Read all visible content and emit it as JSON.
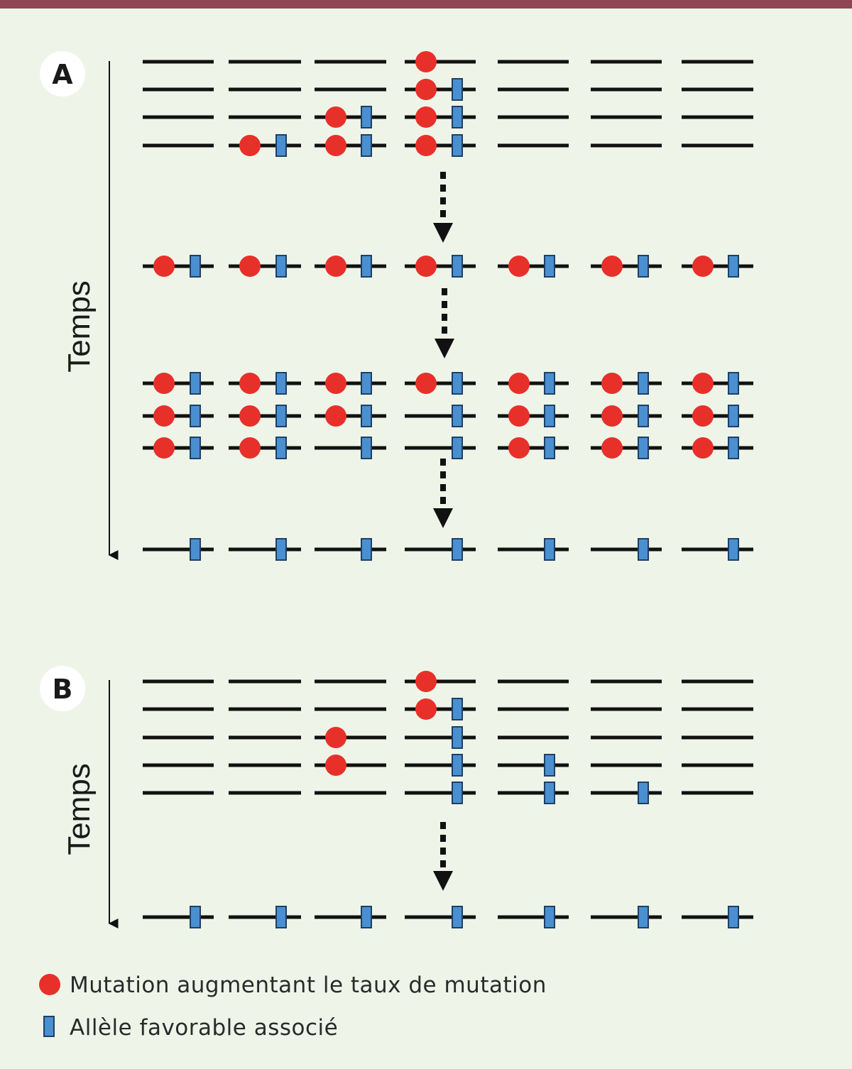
{
  "colors": {
    "background": "#eef5e8",
    "top_bar": "#8e4653",
    "mutator": "#e8302a",
    "allele_fill": "#4a90d0",
    "allele_stroke": "#1f3f66",
    "line": "#111111"
  },
  "panels": [
    {
      "label": "A",
      "axis_label": "Temps",
      "rows": [
        [
          "",
          "",
          "",
          "M",
          "",
          "",
          ""
        ],
        [
          "",
          "",
          "",
          "MA",
          "",
          "",
          ""
        ],
        [
          "",
          "",
          "MA",
          "MA",
          "",
          "",
          ""
        ],
        [
          "",
          "MA",
          "MA",
          "MA",
          "",
          "",
          ""
        ],
        [
          "MA",
          "MA",
          "MA",
          "MA",
          "MA",
          "MA",
          "MA"
        ],
        [
          "MA",
          "MA",
          "MA",
          "MA",
          "MA",
          "MA",
          "MA"
        ],
        [
          "MA",
          "MA",
          "MA",
          "A",
          "MA",
          "MA",
          "MA"
        ],
        [
          "MA",
          "MA",
          "A",
          "A",
          "MA",
          "MA",
          "MA"
        ],
        [
          "A",
          "A",
          "A",
          "A",
          "A",
          "A",
          "A"
        ]
      ]
    },
    {
      "label": "B",
      "axis_label": "Temps",
      "rows": [
        [
          "",
          "",
          "",
          "M",
          "",
          "",
          ""
        ],
        [
          "",
          "",
          "",
          "MA",
          "",
          "",
          ""
        ],
        [
          "",
          "",
          "M",
          "A",
          "",
          "",
          ""
        ],
        [
          "",
          "",
          "M",
          "A",
          "A",
          "",
          ""
        ],
        [
          "",
          "",
          "",
          "A",
          "A",
          "A",
          ""
        ],
        [
          "A",
          "A",
          "A",
          "A",
          "A",
          "A",
          "A"
        ]
      ]
    }
  ],
  "legend": [
    {
      "icon": "red-dot-icon",
      "text": "Mutation augmentant le taux de mutation"
    },
    {
      "icon": "blue-allele-icon",
      "text": "Allèle favorable associé"
    }
  ]
}
